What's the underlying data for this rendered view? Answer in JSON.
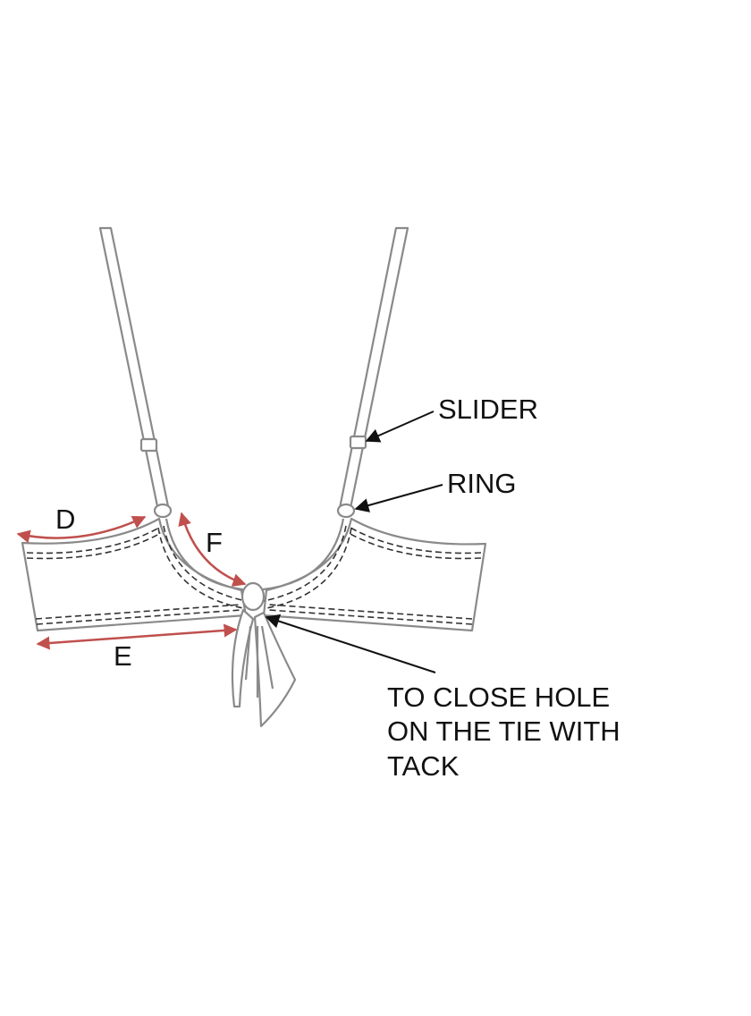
{
  "labels": {
    "slider": "SLIDER",
    "ring": "RING",
    "tie_note": [
      "TO CLOSE HOLE",
      "ON THE TIE WITH",
      "TACK"
    ],
    "measure_d": "D",
    "measure_e": "E",
    "measure_f": "F"
  },
  "colors": {
    "measure_arrow": "#c0504d",
    "callout_arrow": "#111111",
    "garment_outline": "#8a8a8a"
  }
}
